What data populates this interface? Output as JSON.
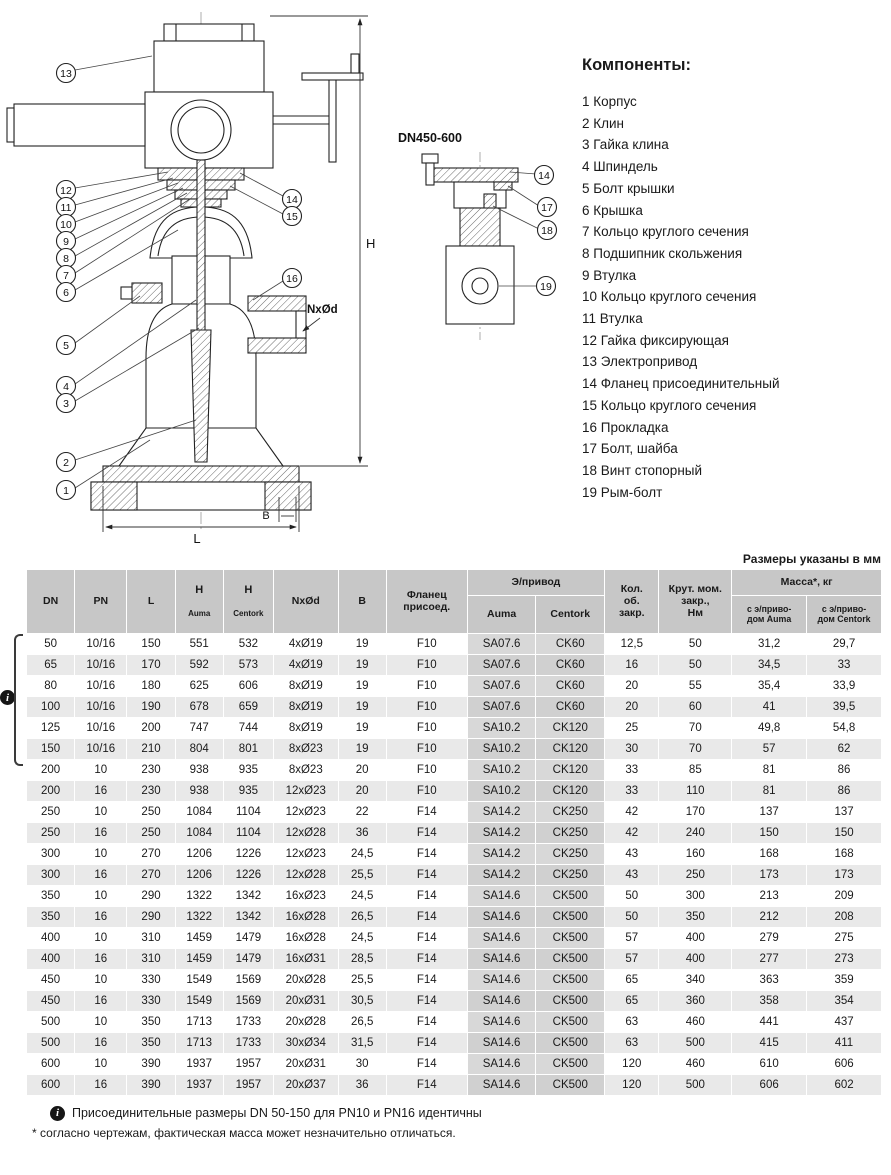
{
  "components": {
    "title": "Компоненты:",
    "items": [
      {
        "num": "1",
        "label": "Корпус"
      },
      {
        "num": "2",
        "label": "Клин"
      },
      {
        "num": "3",
        "label": "Гайка клина"
      },
      {
        "num": "4",
        "label": "Шпиндель"
      },
      {
        "num": "5",
        "label": "Болт крышки"
      },
      {
        "num": "6",
        "label": "Крышка"
      },
      {
        "num": "7",
        "label": "Кольцо круглого сечения"
      },
      {
        "num": "8",
        "label": "Подшипник скольжения"
      },
      {
        "num": "9",
        "label": "Втулка"
      },
      {
        "num": "10",
        "label": "Кольцо круглого сечения"
      },
      {
        "num": "11",
        "label": "Втулка"
      },
      {
        "num": "12",
        "label": "Гайка фиксирующая"
      },
      {
        "num": "13",
        "label": "Электропривод"
      },
      {
        "num": "14",
        "label": "Фланец присоединительный"
      },
      {
        "num": "15",
        "label": "Кольцо круглого сечения"
      },
      {
        "num": "16",
        "label": "Прокладка"
      },
      {
        "num": "17",
        "label": "Болт, шайба"
      },
      {
        "num": "18",
        "label": "Винт стопорный"
      },
      {
        "num": "19",
        "label": "Рым-болт"
      }
    ]
  },
  "drawing": {
    "small_label": "DN450-600",
    "dims": {
      "h": "H",
      "l": "L",
      "b": "B",
      "nxod": "NxØd"
    },
    "callouts_main": [
      "1",
      "2",
      "3",
      "4",
      "5",
      "6",
      "7",
      "8",
      "9",
      "10",
      "11",
      "12",
      "13",
      "14",
      "15",
      "16"
    ],
    "callouts_small": [
      "14",
      "17",
      "18",
      "19"
    ]
  },
  "icons": {
    "info": "i"
  },
  "table": {
    "units_note": "Размеры указаны в мм",
    "headers": {
      "dn": "DN",
      "pn": "PN",
      "l": "L",
      "h": "H",
      "h_sub_auma": "Auma",
      "h_sub_centork": "Centork",
      "nxod": "NxØd",
      "b": "B",
      "flange": "Фланец\nприсоед.",
      "drive_group": "Э/привод",
      "drive_auma": "Auma",
      "drive_centork": "Centork",
      "turns": "Кол.\nоб.\nзакр.",
      "torque": "Крут. мом.\nзакр.,\nНм",
      "mass_group": "Масса*, кг",
      "mass_auma": "с э/приво-\nдом Auma",
      "mass_centork": "с э/приво-\nдом Centork"
    },
    "rows": [
      [
        "50",
        "10/16",
        "150",
        "551",
        "532",
        "4xØ19",
        "19",
        "F10",
        "SA07.6",
        "CK60",
        "12,5",
        "50",
        "31,2",
        "29,7"
      ],
      [
        "65",
        "10/16",
        "170",
        "592",
        "573",
        "4xØ19",
        "19",
        "F10",
        "SA07.6",
        "CK60",
        "16",
        "50",
        "34,5",
        "33"
      ],
      [
        "80",
        "10/16",
        "180",
        "625",
        "606",
        "8xØ19",
        "19",
        "F10",
        "SA07.6",
        "CK60",
        "20",
        "55",
        "35,4",
        "33,9"
      ],
      [
        "100",
        "10/16",
        "190",
        "678",
        "659",
        "8xØ19",
        "19",
        "F10",
        "SA07.6",
        "CK60",
        "20",
        "60",
        "41",
        "39,5"
      ],
      [
        "125",
        "10/16",
        "200",
        "747",
        "744",
        "8xØ19",
        "19",
        "F10",
        "SA10.2",
        "CK120",
        "25",
        "70",
        "49,8",
        "54,8"
      ],
      [
        "150",
        "10/16",
        "210",
        "804",
        "801",
        "8xØ23",
        "19",
        "F10",
        "SA10.2",
        "CK120",
        "30",
        "70",
        "57",
        "62"
      ],
      [
        "200",
        "10",
        "230",
        "938",
        "935",
        "8xØ23",
        "20",
        "F10",
        "SA10.2",
        "CK120",
        "33",
        "85",
        "81",
        "86"
      ],
      [
        "200",
        "16",
        "230",
        "938",
        "935",
        "12xØ23",
        "20",
        "F10",
        "SA10.2",
        "CK120",
        "33",
        "110",
        "81",
        "86"
      ],
      [
        "250",
        "10",
        "250",
        "1084",
        "1104",
        "12xØ23",
        "22",
        "F14",
        "SA14.2",
        "CK250",
        "42",
        "170",
        "137",
        "137"
      ],
      [
        "250",
        "16",
        "250",
        "1084",
        "1104",
        "12xØ28",
        "36",
        "F14",
        "SA14.2",
        "CK250",
        "42",
        "240",
        "150",
        "150"
      ],
      [
        "300",
        "10",
        "270",
        "1206",
        "1226",
        "12xØ23",
        "24,5",
        "F14",
        "SA14.2",
        "CK250",
        "43",
        "160",
        "168",
        "168"
      ],
      [
        "300",
        "16",
        "270",
        "1206",
        "1226",
        "12xØ28",
        "25,5",
        "F14",
        "SA14.2",
        "CK250",
        "43",
        "250",
        "173",
        "173"
      ],
      [
        "350",
        "10",
        "290",
        "1322",
        "1342",
        "16xØ23",
        "24,5",
        "F14",
        "SA14.6",
        "CK500",
        "50",
        "300",
        "213",
        "209"
      ],
      [
        "350",
        "16",
        "290",
        "1322",
        "1342",
        "16xØ28",
        "26,5",
        "F14",
        "SA14.6",
        "CK500",
        "50",
        "350",
        "212",
        "208"
      ],
      [
        "400",
        "10",
        "310",
        "1459",
        "1479",
        "16xØ28",
        "24,5",
        "F14",
        "SA14.6",
        "CK500",
        "57",
        "400",
        "279",
        "275"
      ],
      [
        "400",
        "16",
        "310",
        "1459",
        "1479",
        "16xØ31",
        "28,5",
        "F14",
        "SA14.6",
        "CK500",
        "57",
        "400",
        "277",
        "273"
      ],
      [
        "450",
        "10",
        "330",
        "1549",
        "1569",
        "20xØ28",
        "25,5",
        "F14",
        "SA14.6",
        "CK500",
        "65",
        "340",
        "363",
        "359"
      ],
      [
        "450",
        "16",
        "330",
        "1549",
        "1569",
        "20xØ31",
        "30,5",
        "F14",
        "SA14.6",
        "CK500",
        "65",
        "360",
        "358",
        "354"
      ],
      [
        "500",
        "10",
        "350",
        "1713",
        "1733",
        "20xØ28",
        "26,5",
        "F14",
        "SA14.6",
        "CK500",
        "63",
        "460",
        "441",
        "437"
      ],
      [
        "500",
        "16",
        "350",
        "1713",
        "1733",
        "30xØ34",
        "31,5",
        "F14",
        "SA14.6",
        "CK500",
        "63",
        "500",
        "415",
        "411"
      ],
      [
        "600",
        "10",
        "390",
        "1937",
        "1957",
        "20xØ31",
        "30",
        "F14",
        "SA14.6",
        "CK500",
        "120",
        "460",
        "610",
        "606"
      ],
      [
        "600",
        "16",
        "390",
        "1937",
        "1957",
        "20xØ37",
        "36",
        "F14",
        "SA14.6",
        "CK500",
        "120",
        "500",
        "606",
        "602"
      ]
    ]
  },
  "footnotes": {
    "info": "Присоединительные размеры DN 50-150 для PN10 и PN16 идентичны",
    "mass": "* согласно чертежам, фактическая масса может незначительно отличаться."
  }
}
